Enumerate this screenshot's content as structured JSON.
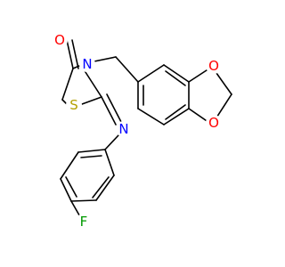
{
  "molecule": {
    "colors": {
      "bond": "#000000",
      "O": "#ff0000",
      "N": "#0000ff",
      "S": "#b3a000",
      "F": "#009900",
      "background": "#ffffff"
    },
    "atoms": [
      {
        "id": "o_carbonyl",
        "symbol": "O",
        "color_key": "O"
      },
      {
        "id": "n_ring",
        "symbol": "N",
        "color_key": "N"
      },
      {
        "id": "s_ring",
        "symbol": "S",
        "color_key": "S"
      },
      {
        "id": "n_imine",
        "symbol": "N",
        "color_key": "N"
      },
      {
        "id": "o_dioxole_1",
        "symbol": "O",
        "color_key": "O"
      },
      {
        "id": "o_dioxole_2",
        "symbol": "O",
        "color_key": "O"
      },
      {
        "id": "f",
        "symbol": "F",
        "color_key": "F"
      }
    ]
  }
}
